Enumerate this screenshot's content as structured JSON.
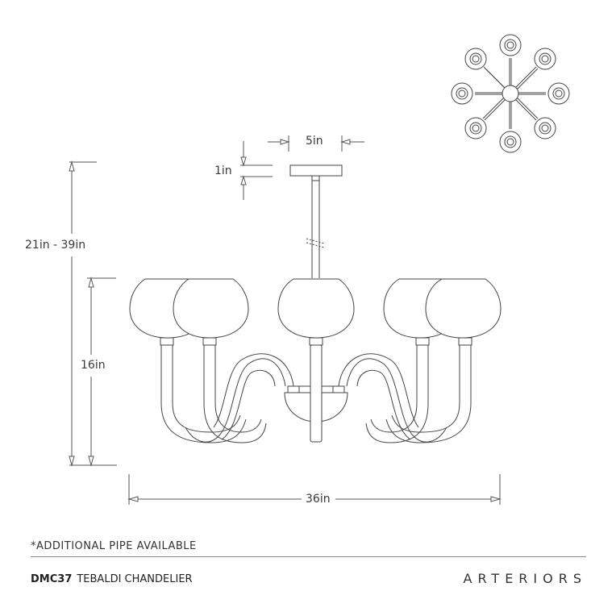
{
  "dimensions": {
    "canopy_width": "5in",
    "canopy_height": "1in",
    "overall_height": "21in - 39in",
    "body_height": "16in",
    "overall_width": "36in"
  },
  "footer": {
    "note": "*ADDITIONAL PIPE AVAILABLE",
    "sku": "DMC37",
    "product_name": "TEBALDI CHANDELIER",
    "brand": "ARTERIORS"
  },
  "views": {
    "top_view": "top-view-diagram",
    "front_view": "front-elevation-diagram"
  },
  "colors": {
    "line": "#444444",
    "background": "#ffffff"
  }
}
